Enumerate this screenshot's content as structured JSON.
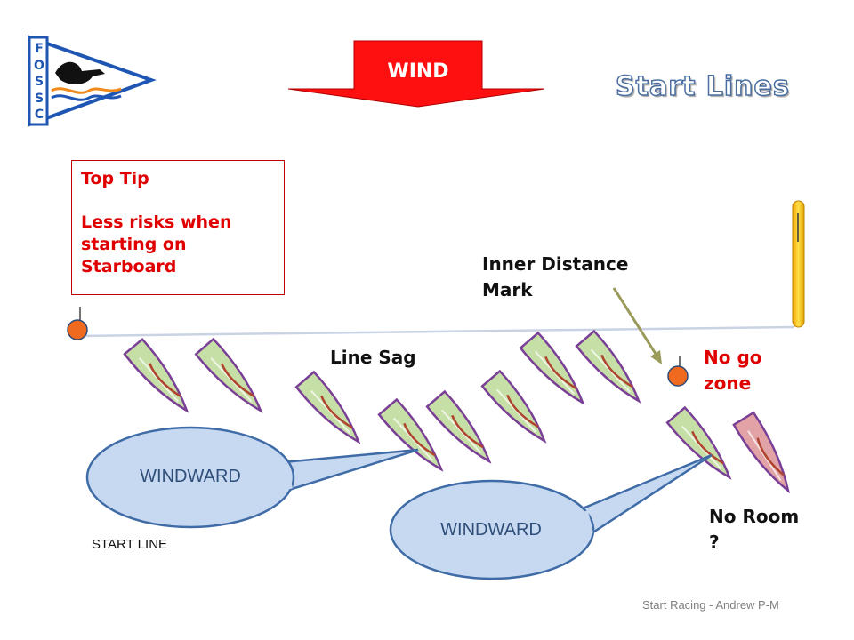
{
  "logo": {
    "letters": [
      "F",
      "O",
      "S",
      "S",
      "C"
    ],
    "icon": "bird-pennant-logo"
  },
  "wind": {
    "label": "WIND",
    "icon": "wind-arrow-down"
  },
  "title": "Start Lines",
  "top_tip": {
    "heading": "Top Tip",
    "body": "Less risks when starting on Starboard"
  },
  "labels": {
    "inner_distance_mark": "Inner Distance Mark",
    "line_sag": "Line Sag",
    "no_go_zone": "No go zone",
    "no_room": "No Room ?",
    "start_line": "START LINE"
  },
  "bubbles": {
    "left": "WINDWARD",
    "right": "WINDWARD"
  },
  "credit": "Start Racing - Andrew P-M",
  "colors": {
    "boat_fill": "#c6dfa6",
    "boat_outline": "#7a3f96",
    "boat_red_fill": "#e2a3a6",
    "buoy": "#ef6a1f",
    "wind_arrow": "#ff0000",
    "bubble_fill": "#c6d9f1",
    "bubble_outline": "#3f6ba6",
    "start_line": "#c9d3e4",
    "pin_mark": "#f3c200"
  }
}
